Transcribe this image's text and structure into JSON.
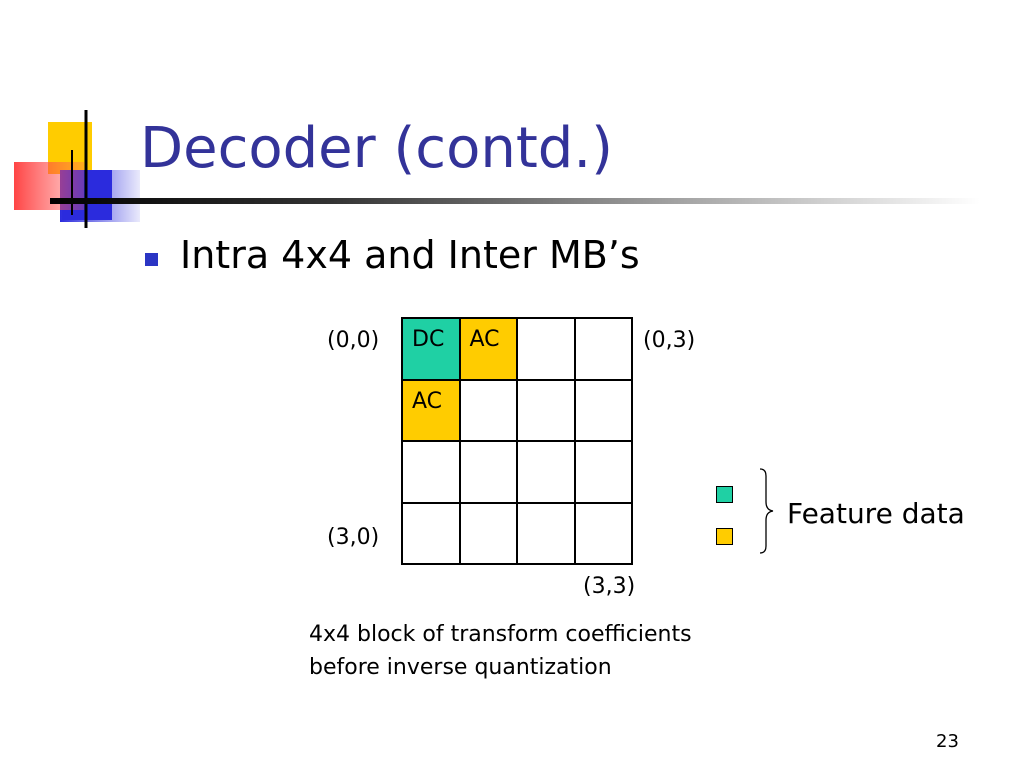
{
  "slide": {
    "title": "Decoder (contd.)",
    "bullet": "Intra 4x4 and Inter MB’s",
    "page_number": "23"
  },
  "diagram": {
    "coords": {
      "top_left": "(0,0)",
      "top_right": "(0,3)",
      "bottom_left": "(3,0)",
      "bottom_right": "(3,3)"
    },
    "cells": [
      {
        "text": "DC",
        "color": "#1fd0a4"
      },
      {
        "text": "AC",
        "color": "#ffcc00"
      },
      {
        "text": "",
        "color": "#ffffff"
      },
      {
        "text": "",
        "color": "#ffffff"
      },
      {
        "text": "AC",
        "color": "#ffcc00"
      },
      {
        "text": "",
        "color": "#ffffff"
      },
      {
        "text": "",
        "color": "#ffffff"
      },
      {
        "text": "",
        "color": "#ffffff"
      },
      {
        "text": "",
        "color": "#ffffff"
      },
      {
        "text": "",
        "color": "#ffffff"
      },
      {
        "text": "",
        "color": "#ffffff"
      },
      {
        "text": "",
        "color": "#ffffff"
      },
      {
        "text": "",
        "color": "#ffffff"
      },
      {
        "text": "",
        "color": "#ffffff"
      },
      {
        "text": "",
        "color": "#ffffff"
      },
      {
        "text": "",
        "color": "#ffffff"
      }
    ],
    "caption_line1": "4x4 block of transform coefficients",
    "caption_line2": "before inverse quantization"
  },
  "legend": {
    "label": "Feature data",
    "dc_color": "#1fd0a4",
    "ac_color": "#ffcc00"
  },
  "colors": {
    "title": "#333399",
    "bullet": "#2b35c4",
    "dc": "#1fd0a4",
    "ac": "#ffcc00"
  }
}
